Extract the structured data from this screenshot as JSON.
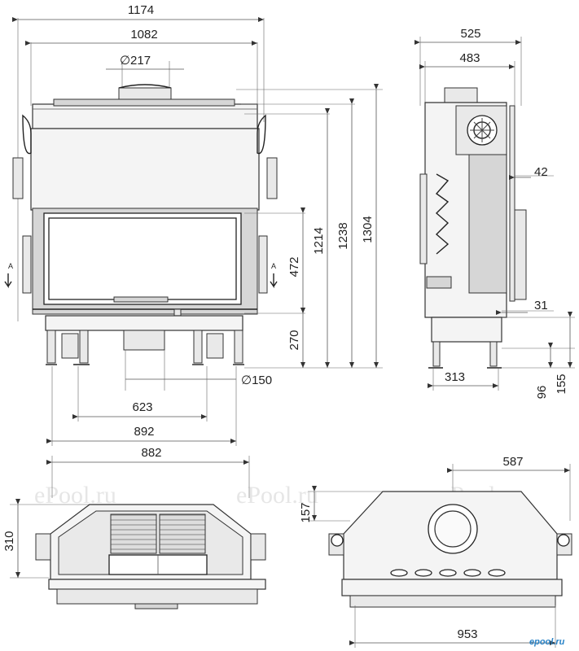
{
  "watermark": "ePool.ru",
  "logo": "epool.ru",
  "dimensions": {
    "front_total_width": "1174",
    "front_body_width": "1082",
    "flue_diameter": "217",
    "height_total": "1304",
    "height_body": "1238",
    "height_glass_top": "1214",
    "glass_height": "472",
    "base_height": "270",
    "air_inlet_diameter": "150",
    "leg_spacing_inner": "623",
    "leg_spacing_outer": "892",
    "side_total_depth": "525",
    "side_body_depth": "483",
    "side_offset_top": "42",
    "side_offset_bottom": "31",
    "side_leg_depth": "313",
    "side_height_96": "96",
    "side_height_155": "155",
    "top_width_882": "882",
    "top_depth_310": "310",
    "bottom_width_587": "587",
    "bottom_depth_157": "157",
    "bottom_width_953": "953"
  },
  "symbols": {
    "diameter": "∅",
    "arrow_up": "A"
  }
}
